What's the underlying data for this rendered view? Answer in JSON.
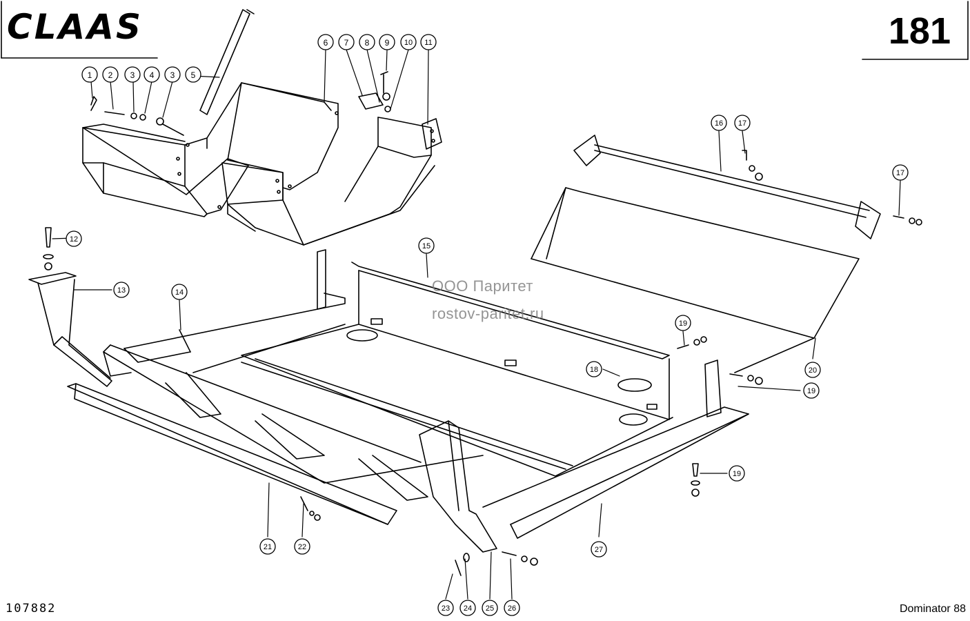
{
  "header": {
    "brand": "CLAAS",
    "page_number": "181"
  },
  "footer": {
    "document_number": "107882",
    "model": "Dominator 88"
  },
  "watermark": {
    "line1": "ООО Паритет",
    "line2": "rostov-paritet.ru"
  },
  "callouts": [
    "1",
    "2",
    "3",
    "4",
    "3",
    "5",
    "6",
    "7",
    "8",
    "9",
    "10",
    "11",
    "12",
    "13",
    "14",
    "15",
    "16",
    "17",
    "17",
    "18",
    "19",
    "19",
    "19",
    "20",
    "21",
    "22",
    "23",
    "24",
    "25",
    "26",
    "27"
  ]
}
